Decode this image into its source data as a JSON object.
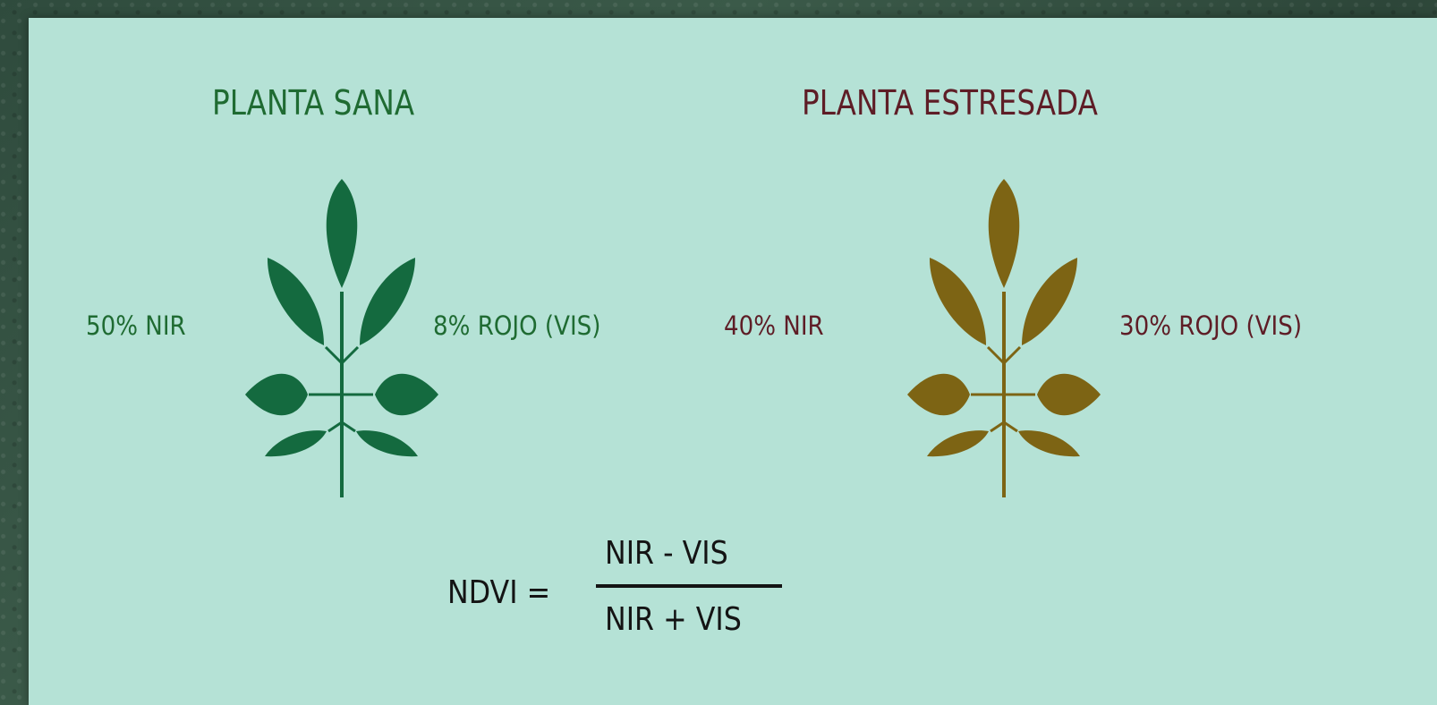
{
  "healthy": {
    "title": "PLANTA SANA",
    "nir_label": "50% NIR",
    "red_label": "8% ROJO (VIS)",
    "color": "#1f6b32",
    "leaf_color": "#146a3f"
  },
  "stressed": {
    "title": "PLANTA ESTRESADA",
    "nir_label": "40% NIR",
    "red_label": "30% ROJO (VIS)",
    "color": "#5e1d26",
    "leaf_color": "#7d6414"
  },
  "formula": {
    "lhs": "NDVI =",
    "numerator": "NIR - VIS",
    "denominator": "NIR + VIS"
  },
  "icons": [
    "healthy-plant-icon",
    "stressed-plant-icon"
  ],
  "colors": {
    "panel_background": "#b5e2d6",
    "outer_background": "#2f4b3d"
  }
}
